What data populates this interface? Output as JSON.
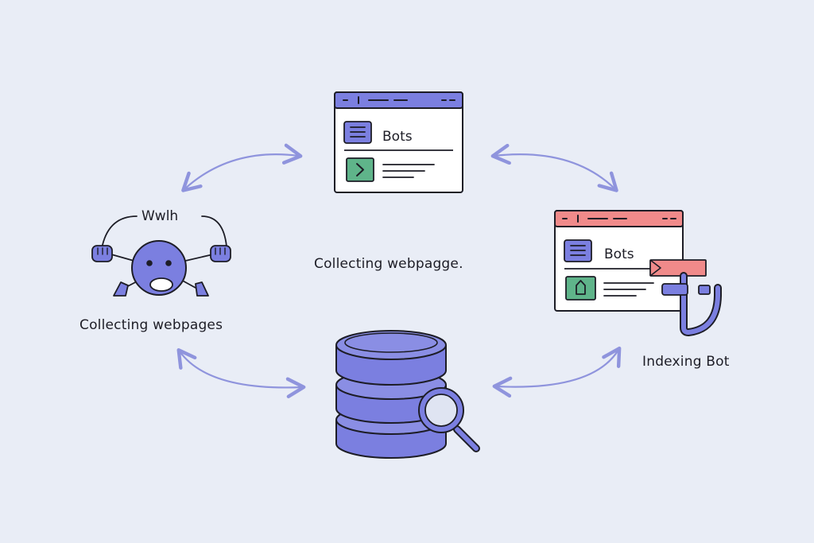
{
  "colors": {
    "background": "#e9edf6",
    "accent_purple": "#7b7fe0",
    "accent_red": "#f08a8a",
    "accent_green": "#5fb48a",
    "outline": "#1d1d26",
    "arrow": "#8f94dd"
  },
  "top_window": {
    "title": "Bots",
    "bar_color": "#7b7fe0"
  },
  "right_window": {
    "title": "Bots",
    "bar_color": "#f08a8a"
  },
  "labels": {
    "center": "Collecting webpagge.",
    "crawler_speech": "Wwlh",
    "crawler": "Collecting webpages",
    "indexer": "Indexing Bot"
  }
}
